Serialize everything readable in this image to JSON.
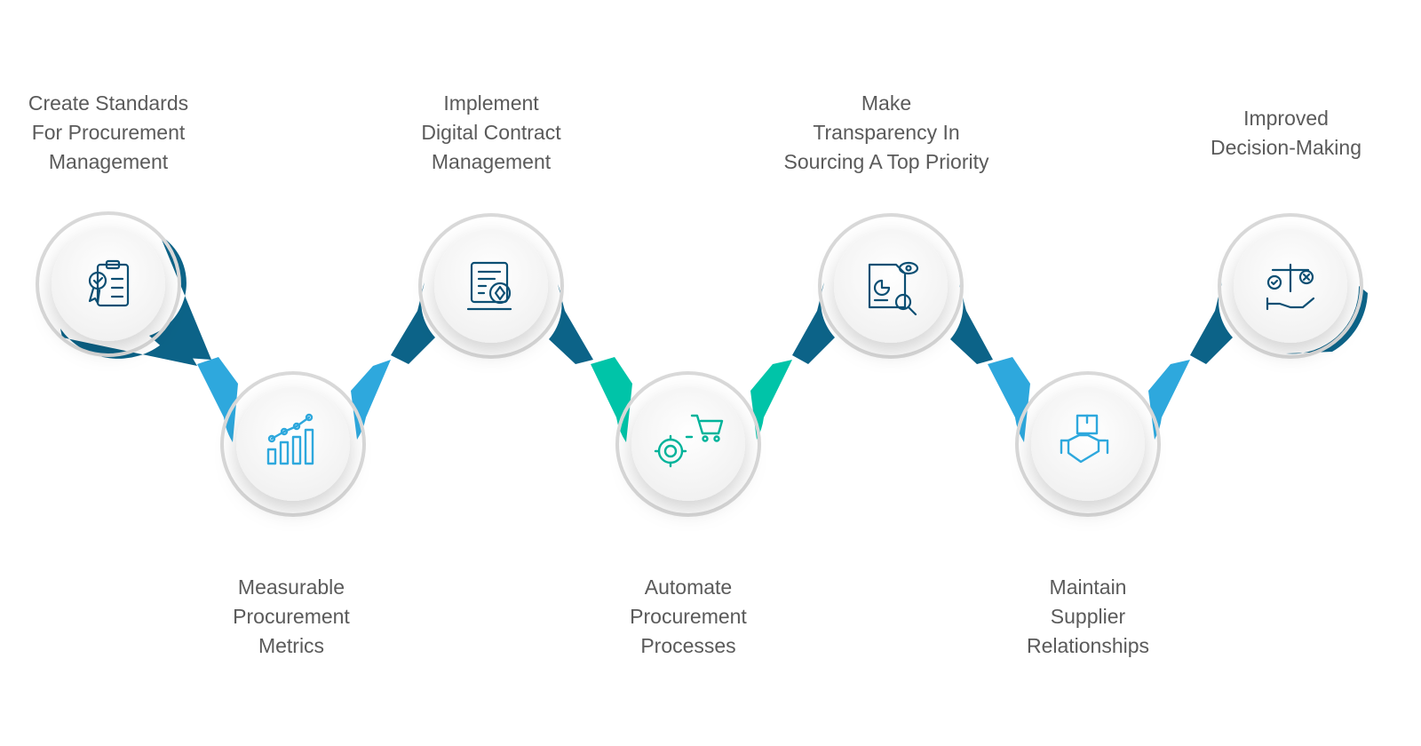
{
  "steps": [
    {
      "lines": [
        "Create Standards",
        "For Procurement",
        "Management"
      ],
      "icon": "certificate-clipboard-icon",
      "color": "#0c6388"
    },
    {
      "lines": [
        "Measurable",
        "Procurement",
        "Metrics"
      ],
      "icon": "growth-bar-chart-icon",
      "color": "#2ea8dd"
    },
    {
      "lines": [
        "Implement",
        "Digital Contract",
        "Management"
      ],
      "icon": "digital-contract-icon",
      "color": "#0c6388"
    },
    {
      "lines": [
        "Automate",
        "Procurement",
        "Processes"
      ],
      "icon": "automation-cart-gear-icon",
      "color": "#00c4a8"
    },
    {
      "lines": [
        "Make",
        "Transparency In",
        "Sourcing A Top Priority"
      ],
      "icon": "report-inspection-icon",
      "color": "#0c6388"
    },
    {
      "lines": [
        "Maintain",
        "Supplier",
        "Relationships"
      ],
      "icon": "supplier-handshake-icon",
      "color": "#2ea8dd"
    },
    {
      "lines": [
        "Improved",
        "Decision-Making"
      ],
      "icon": "balance-scale-icon",
      "color": "#0c6388"
    }
  ]
}
